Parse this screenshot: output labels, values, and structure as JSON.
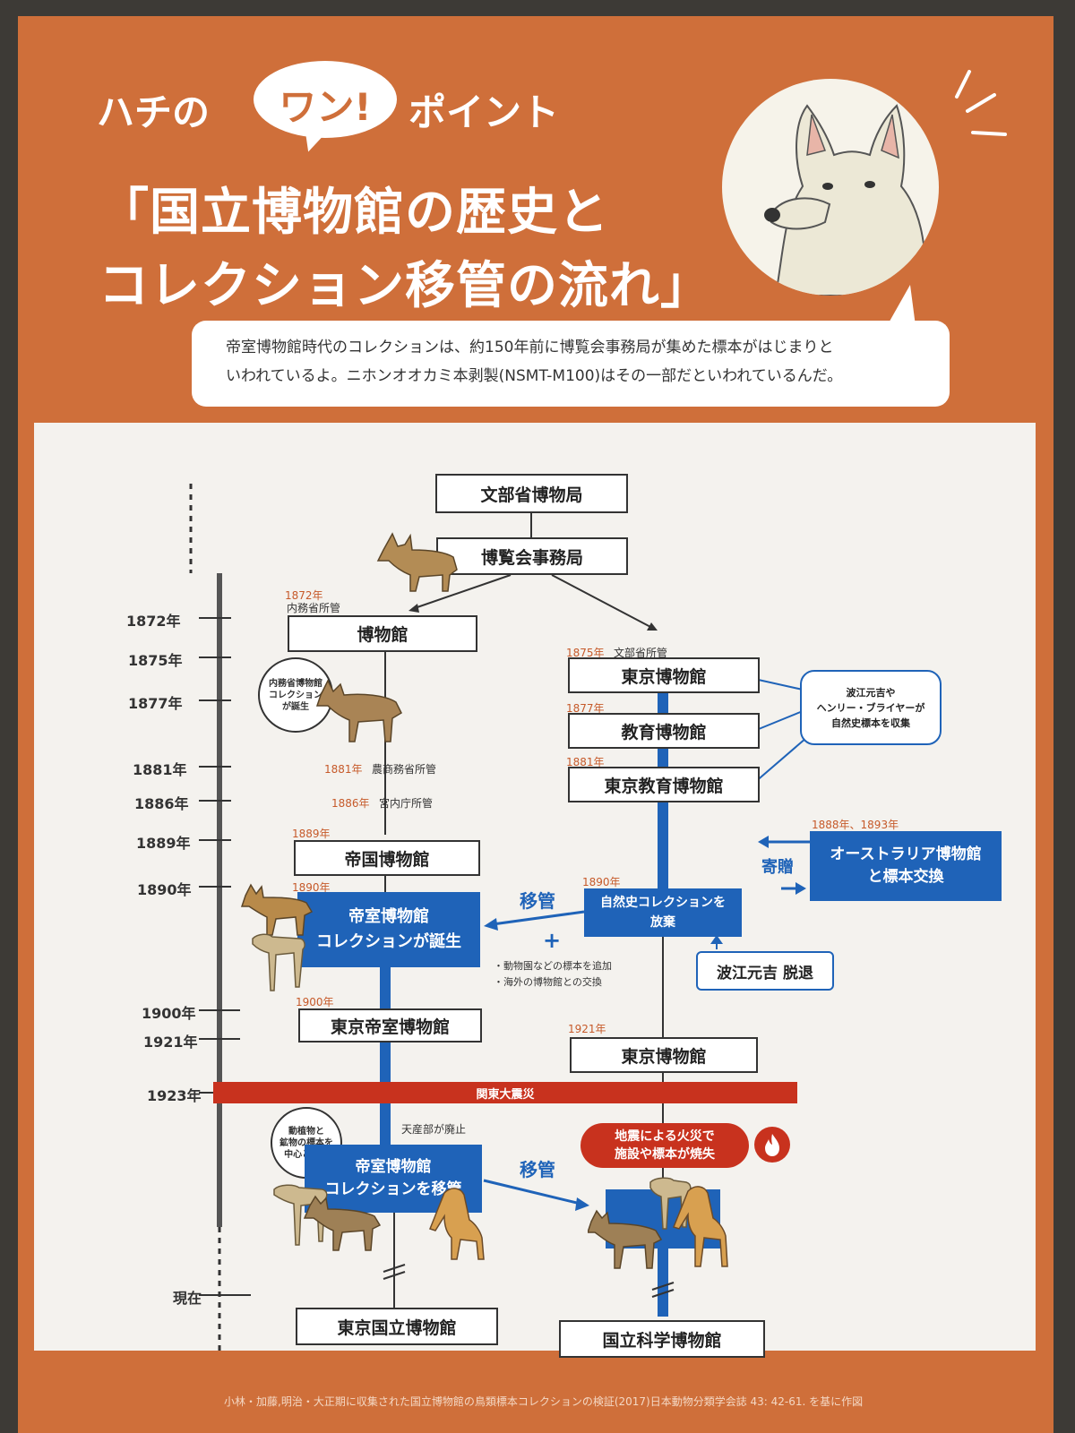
{
  "header": {
    "title_prefix": "ハチの",
    "title_badge": "ワン!",
    "title_suffix": "ポイント",
    "title_line1": "「国立博物館の歴史と",
    "title_line2": "コレクション移管の流れ」",
    "speech_line1": "帝室博物館時代のコレクションは、約150年前に博覧会事務局が集めた標本がはじまりと",
    "speech_line2": "いわれているよ。ニホンオオカミ本剥製(NSMT-M100)はその一部だといわれているんだ。"
  },
  "timeline": {
    "years": [
      "1872年",
      "1875年",
      "1877年",
      "1881年",
      "1886年",
      "1889年",
      "1890年",
      "1900年",
      "1921年",
      "1923年",
      "現在"
    ]
  },
  "left_branch": {
    "top_box": "文部省博物局",
    "expo_box": "博覧会事務局",
    "year_1872": "1872年",
    "note_1872": "内務省所管",
    "museum_box": "博物館",
    "circle_home_ministry": [
      "内務省博物館",
      "コレクション",
      "が誕生"
    ],
    "year_1881": "1881年",
    "note_1881": "農商務省所管",
    "year_1886": "1886年",
    "note_1886": "宮内庁所管",
    "year_1889": "1889年",
    "imperial_museum_box": "帝国博物館",
    "year_1890": "1890年",
    "imperial_collection_box": [
      "帝室博物館",
      "コレクションが誕生"
    ],
    "plus_sign": "+",
    "plus_notes": [
      "・動物園などの標本を追加",
      "・海外の博物館との交換"
    ],
    "year_1900": "1900年",
    "tokyo_imperial_box": "東京帝室博物館",
    "note_abolished": "天産部が廃止",
    "circle_focus": [
      "動植物と",
      "鉱物の標本を",
      "中心とする"
    ],
    "transfer_box": [
      "帝室博物館",
      "コレクションを移管"
    ],
    "final_box": "東京国立博物館"
  },
  "right_branch": {
    "year_1875": "1875年",
    "note_1875": "文部省所管",
    "tokyo_museum_box": "東京博物館",
    "year_1877": "1877年",
    "education_museum_box": "教育博物館",
    "year_1881": "1881年",
    "tokyo_education_box": "東京教育博物館",
    "collectors_note": [
      "波江元吉や",
      "ヘンリー・ブライヤーが",
      "自然史標本を収集"
    ],
    "exchange_years": "1888年、1893年",
    "donation_label": "寄贈",
    "australia_box": [
      "オーストラリア博物館",
      "と標本交換"
    ],
    "year_1890": "1890年",
    "abandon_box": [
      "自然史コレクションを",
      "放棄"
    ],
    "transfer_label_1": "移管",
    "resign_box": "波江元吉 脱退",
    "year_1921": "1921年",
    "tokyo_museum_1921_box": "東京博物館",
    "earthquake_banner": "関東大震災",
    "fire_note": [
      "地震による火災で",
      "施設や標本が焼失"
    ],
    "transfer_label_2": "移管",
    "final_box": "国立科学博物館"
  },
  "footer": {
    "citation": "小林・加藤,明治・大正期に収集された国立博物館の鳥類標本コレクションの検証(2017)日本動物分類学会誌 43: 42-61. を基に作図"
  },
  "colors": {
    "orange": "#cf6f3a",
    "blue": "#1f63b8",
    "red_banner": "#c8321e",
    "background": "#f4f2ee"
  }
}
